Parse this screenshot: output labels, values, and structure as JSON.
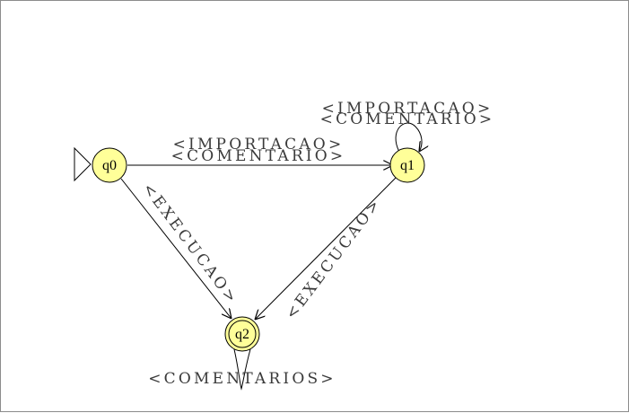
{
  "colors": {
    "state_fill": "#ffff99",
    "stroke": "#000000"
  },
  "states": {
    "q0": {
      "name": "q0",
      "initial": true,
      "accepting": false
    },
    "q1": {
      "name": "q1",
      "initial": false,
      "accepting": false
    },
    "q2": {
      "name": "q2",
      "initial": false,
      "accepting": true
    }
  },
  "transitions": {
    "q0_q1": {
      "from": "q0",
      "to": "q1",
      "labels": [
        "<IMPORTACAO>",
        "<COMENTARIO>"
      ]
    },
    "q1_q1": {
      "from": "q1",
      "to": "q1",
      "labels": [
        "<IMPORTACAO>",
        "<COMENTARIO>"
      ]
    },
    "q0_q2": {
      "from": "q0",
      "to": "q2",
      "labels": [
        "<EXECUCAO>"
      ]
    },
    "q1_q2": {
      "from": "q1",
      "to": "q2",
      "labels": [
        "<EXECUCAO>"
      ]
    },
    "q2_q2": {
      "from": "q2",
      "to": "q2",
      "labels": [
        "<COMENTARIOS>"
      ]
    }
  }
}
